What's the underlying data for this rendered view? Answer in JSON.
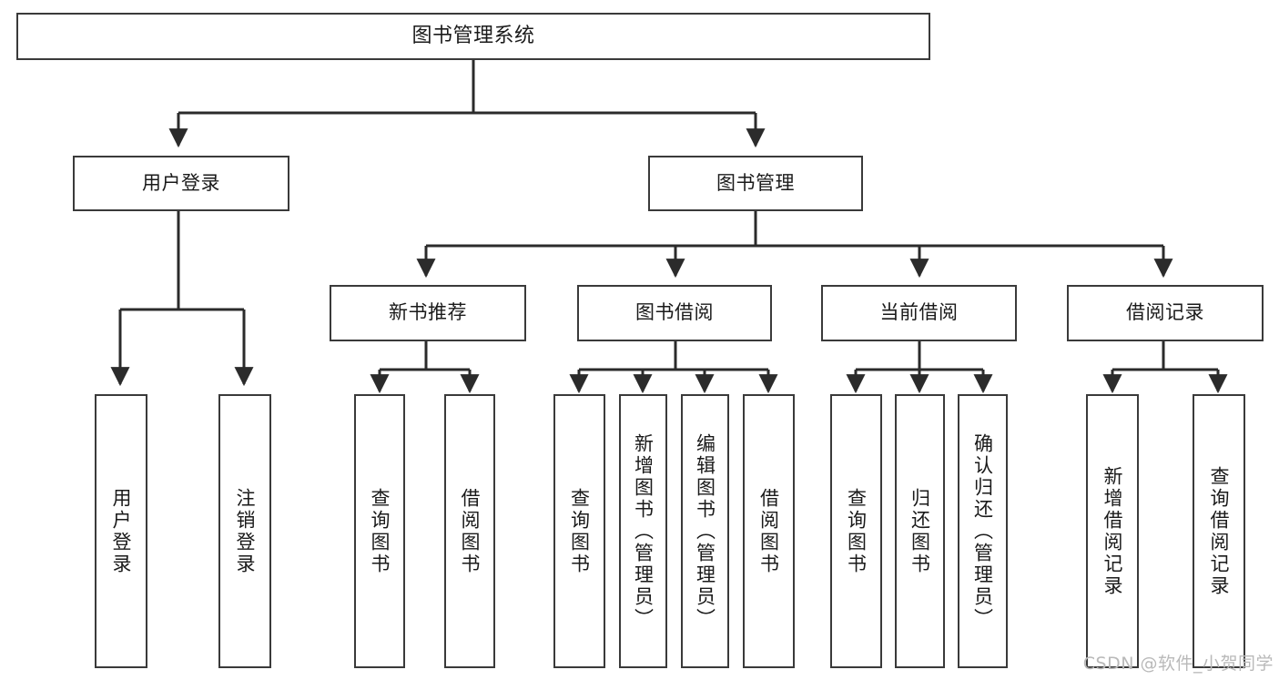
{
  "diagram": {
    "title": "图书管理系统",
    "type": "tree",
    "watermark": "CSDN @软件_小贺同学",
    "colors": {
      "box_border": "#3a3a3a",
      "box_fill": "#ffffff",
      "connector": "#2b2b2b",
      "watermark": "#b9b9b9",
      "background": "#ffffff"
    },
    "levels": {
      "root": {
        "label": "图书管理系统"
      },
      "level2": [
        {
          "label": "用户登录"
        },
        {
          "label": "图书管理"
        }
      ],
      "level3": [
        {
          "label": "新书推荐"
        },
        {
          "label": "图书借阅"
        },
        {
          "label": "当前借阅"
        },
        {
          "label": "借阅记录"
        }
      ],
      "leaves": {
        "user_login": [
          {
            "label": "用户登录"
          },
          {
            "label": "注销登录"
          }
        ],
        "new_book_recommend": [
          {
            "label": "查询图书"
          },
          {
            "label": "借阅图书"
          }
        ],
        "book_borrow": [
          {
            "label": "查询图书"
          },
          {
            "label": "新增图书（管理员）"
          },
          {
            "label": "编辑图书（管理员）"
          },
          {
            "label": "借阅图书"
          }
        ],
        "current_borrow": [
          {
            "label": "查询图书"
          },
          {
            "label": "归还图书"
          },
          {
            "label": "确认归还（管理员）"
          }
        ],
        "borrow_record": [
          {
            "label": "新增借阅记录"
          },
          {
            "label": "查询借阅记录"
          }
        ]
      }
    }
  }
}
